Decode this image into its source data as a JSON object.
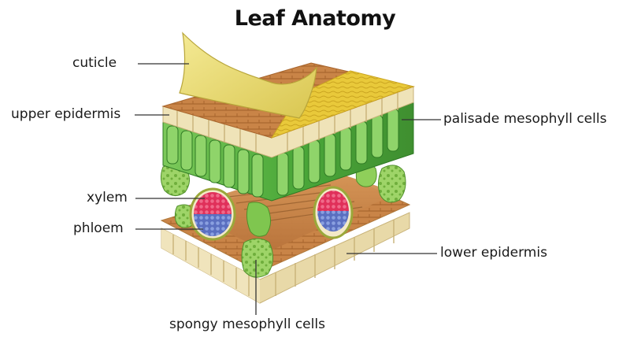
{
  "diagram": {
    "title": "Leaf Anatomy",
    "labels": {
      "cuticle": "cuticle",
      "upper_epidermis": "upper epidermis",
      "palisade": "palisade mesophyll cells",
      "xylem": "xylem",
      "phloem": "phloem",
      "lower_epidermis": "lower epidermis",
      "spongy": "spongy mesophyll cells"
    }
  },
  "colors": {
    "cuticle": "#e8d96a",
    "epidermis_top": "#c98a4e",
    "palisade": "#5fb84a",
    "spongy": "#8fcf5a",
    "xylem": "#e0305a",
    "phloem": "#5a6fc0",
    "cell_wall": "#f3e9c8",
    "leader_line": "#333333"
  }
}
